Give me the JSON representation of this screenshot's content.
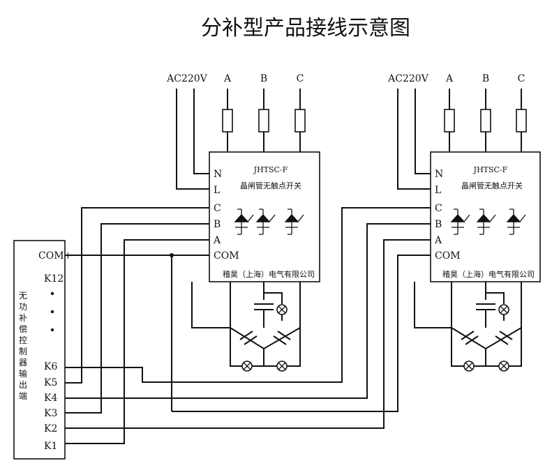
{
  "title": "分补型产品接线示意图",
  "units": [
    {
      "supply_label": "AC220V",
      "phase_labels": [
        "A",
        "B",
        "C"
      ],
      "model": "JHTSC-F",
      "name": "晶闸管无触点开关",
      "terminals": [
        "N",
        "L",
        "C",
        "B",
        "A",
        "COM"
      ],
      "maker": "稽昊（上海）电气有限公司"
    },
    {
      "supply_label": "AC220V",
      "phase_labels": [
        "A",
        "B",
        "C"
      ],
      "model": "JHTSC-F",
      "name": "晶闸管无触点开关",
      "terminals": [
        "N",
        "L",
        "C",
        "B",
        "A",
        "COM"
      ],
      "maker": "稽昊（上海）电气有限公司"
    }
  ],
  "controller": {
    "label_chars": [
      "无",
      "功",
      "补",
      "偿",
      "控",
      "制",
      "器",
      "输",
      "出",
      "端"
    ],
    "com_label": "COM+",
    "k12_label": "K12",
    "outputs": [
      "K6",
      "K5",
      "K4",
      "K3",
      "K2",
      "K1"
    ]
  }
}
